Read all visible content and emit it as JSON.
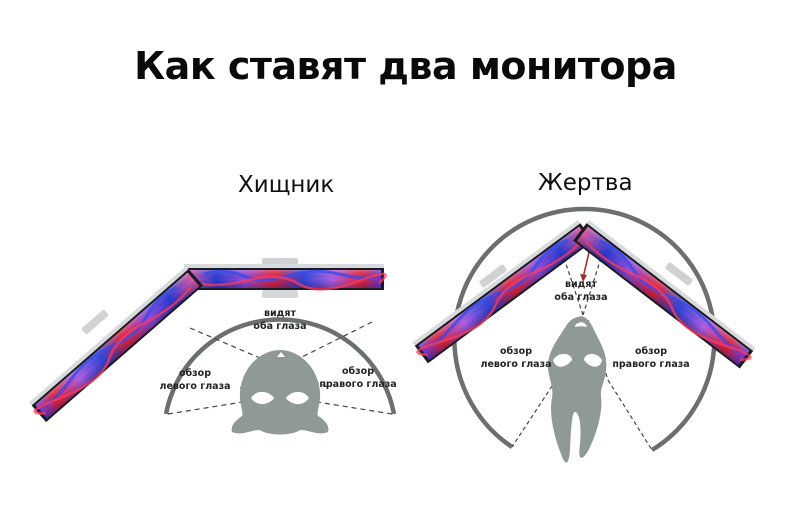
{
  "title": "Как ставят два монитора",
  "diagrams": [
    {
      "heading": "Хищник",
      "labels": {
        "both_eyes_line1": "видят",
        "both_eyes_line2": "оба глаза",
        "left_eye_line1": "обзор",
        "left_eye_line2": "левого глаза",
        "right_eye_line1": "обзор",
        "right_eye_line2": "правого глаза"
      }
    },
    {
      "heading": "Жертва",
      "labels": {
        "both_eyes_line1": "видят",
        "both_eyes_line2": "оба глаза",
        "left_eye_line1": "обзор",
        "left_eye_line2": "левого глаза",
        "right_eye_line1": "обзор",
        "right_eye_line2": "правого глаза"
      }
    }
  ],
  "colors": {
    "silhouette": "#8f9a97",
    "arc": "#6b6f6e",
    "screen_red": "#e8243c",
    "screen_blue": "#2b3bd6",
    "screen_purple": "#9b4ee0",
    "screen_pink": "#e05aa8",
    "bezel": "#c9ccd0",
    "arrow": "#a0302a"
  }
}
